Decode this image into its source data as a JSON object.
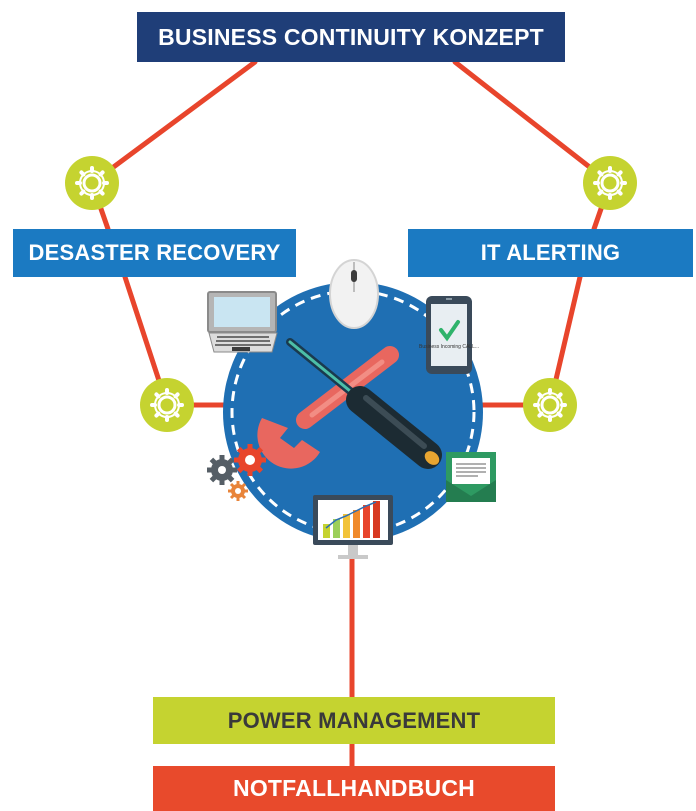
{
  "diagram": {
    "title": "BUSINESS CONTINUITY KONZEPT",
    "left_label": "DESASTER RECOVERY",
    "right_label": "IT ALERTING",
    "bottom_label_1": "POWER MANAGEMENT",
    "bottom_label_2": "NOTFALLHANDBUCH",
    "phone_screen_text": "Business Incoming CALL..."
  },
  "colors": {
    "navy": "#1f3e78",
    "blue": "#1b7ac2",
    "lime": "#c5d330",
    "red_orange": "#e84a2c",
    "connector": "#e8452c",
    "circle": "#1f6fb3"
  },
  "icons": [
    "gear-icon",
    "laptop-icon",
    "mouse-icon",
    "smartphone-icon",
    "wrench-icon",
    "screwdriver-icon",
    "gears-cluster-icon",
    "email-icon",
    "monitor-chart-icon"
  ]
}
